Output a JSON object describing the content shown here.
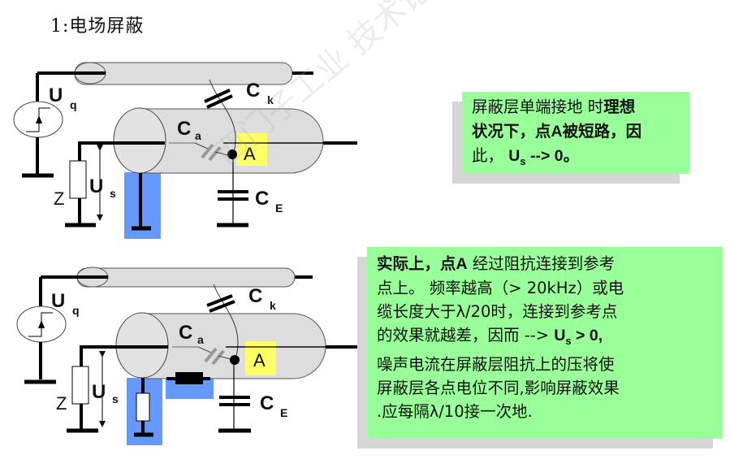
{
  "title": "1:电场屏蔽",
  "diagram": {
    "labels": {
      "source_voltage": "U",
      "source_voltage_sub": "q",
      "shield_voltage": "U",
      "shield_voltage_sub": "s",
      "impedance": "Z",
      "coupling_cap": "C",
      "coupling_cap_sub": "k",
      "shield_cap": "C",
      "shield_cap_sub": "a",
      "earth_cap": "C",
      "earth_cap_sub": "E",
      "point": "A"
    },
    "colors": {
      "ground_highlight": "#6699ff",
      "point_highlight": "#ffff66",
      "cable_fill": "#dddddd"
    }
  },
  "notes": {
    "top": {
      "line1_plain": "屏蔽层单端接地 时",
      "line1_bold": "理想",
      "line2_bold_a": "状况下，点",
      "line2_bold_b": "A",
      "line2_bold_c": "被短路，因",
      "line3_plain": "此，",
      "line3_u": "U",
      "line3_sub": "s",
      "line3_rest": " --> 0。"
    },
    "bottom": {
      "line1_bold": "实际上，点A",
      "line1_plain": " 经过阻抗连接到参考",
      "line2": "点上。 频率越高（> 20kHz）或电",
      "line3": "缆长度大于λ/20时，连接到参考点",
      "line4_plain": "的效果就越差，因而 --> ",
      "line4_u": "U",
      "line4_sub": "s",
      "line4_rest": " > 0,",
      "line5": "噪声电流在屏蔽层阻抗上的压将使",
      "line6": "屏蔽层各点电位不同,影响屏蔽效果",
      "line7": ".应每隔λ/10接一次地."
    },
    "bg_color": "#99ff99"
  },
  "watermark": "西门子工业 技术论坛 support.industry.siemens.com/cs"
}
